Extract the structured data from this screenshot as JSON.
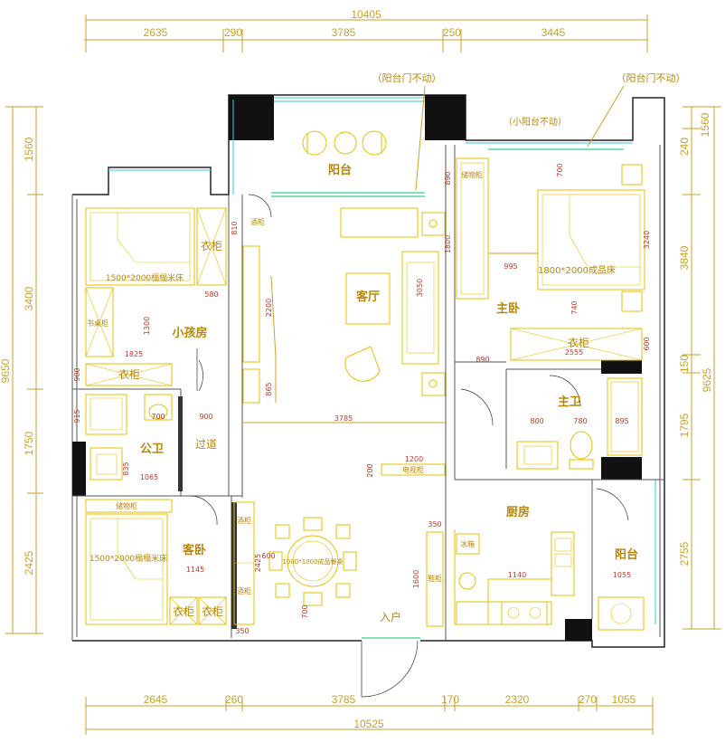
{
  "dimensions": {
    "top_total": "10405",
    "top_segments": [
      "2635",
      "290",
      "3785",
      "250",
      "3445"
    ],
    "bottom_total": "10525",
    "bottom_segments": [
      "2645",
      "260",
      "3785",
      "170",
      "2320",
      "270",
      "1055"
    ],
    "left_total": "9650",
    "left_segments": [
      "1560",
      "3400",
      "1750",
      "2425"
    ],
    "right_total": "9625",
    "right_segments": [
      "240",
      "1560",
      "3840",
      "150",
      "1795",
      "2755"
    ]
  },
  "notes": {
    "balcony_door_left": "（阳台门不动）",
    "balcony_door_right": "（阳台门不动）",
    "small_balcony": "（小阳台不动）"
  },
  "rooms": {
    "balcony_top": "阳台",
    "living_room": "客厅",
    "master_bedroom": "主卧",
    "kids_room": "小孩房",
    "public_bath": "公卫",
    "hallway": "过道",
    "guest_room": "客卧",
    "master_bath": "主卫",
    "kitchen": "厨房",
    "balcony_kitchen": "阳台",
    "entrance": "入户"
  },
  "furniture": {
    "wardrobe_kids": "衣柜",
    "wardrobe_kids_2": "衣柜",
    "bed_kids": "1500*2000榻榻米床",
    "bookcase": "书桌柜",
    "bed_guest": "1500*2000榻榻米床",
    "wardrobe_guest_1": "衣柜",
    "wardrobe_guest_2": "衣柜",
    "guest_top_cabinet": "储物柜",
    "bed_master": "1800*2000成品床",
    "wardrobe_master": "衣柜",
    "master_cabinet": "储物柜",
    "dining_table": "1000*1000成品餐桌",
    "fridge": "冰箱",
    "cabinet_a": "酒柜",
    "cabinet_b": "酒柜",
    "shoe_cabinet": "鞋柜",
    "living_cabinet": "酒柜",
    "tv_cabinet": "电视柜"
  },
  "measurements": {
    "m810": "810",
    "m580": "580",
    "m1300": "1300",
    "m1825": "1825",
    "m900a": "900",
    "m915": "915",
    "m700a": "700",
    "m900b": "900",
    "m835": "835",
    "m1065": "1065",
    "m1145": "1145",
    "m2425": "2425",
    "m350a": "350",
    "m2200": "2200",
    "m865": "865",
    "m3785": "3785",
    "m3050": "3050",
    "m1200": "1200",
    "m200": "200",
    "m600": "600",
    "m700b": "700",
    "m350b": "350",
    "m1600": "1600",
    "m1140": "1140",
    "m1055": "1055",
    "m890a": "890",
    "m700c": "700",
    "m1800": "1800",
    "m995": "995",
    "m3240": "3240",
    "m740": "740",
    "m600b": "600",
    "m890b": "890",
    "m2555": "2555",
    "m800": "800",
    "m780": "780",
    "m895": "895"
  }
}
